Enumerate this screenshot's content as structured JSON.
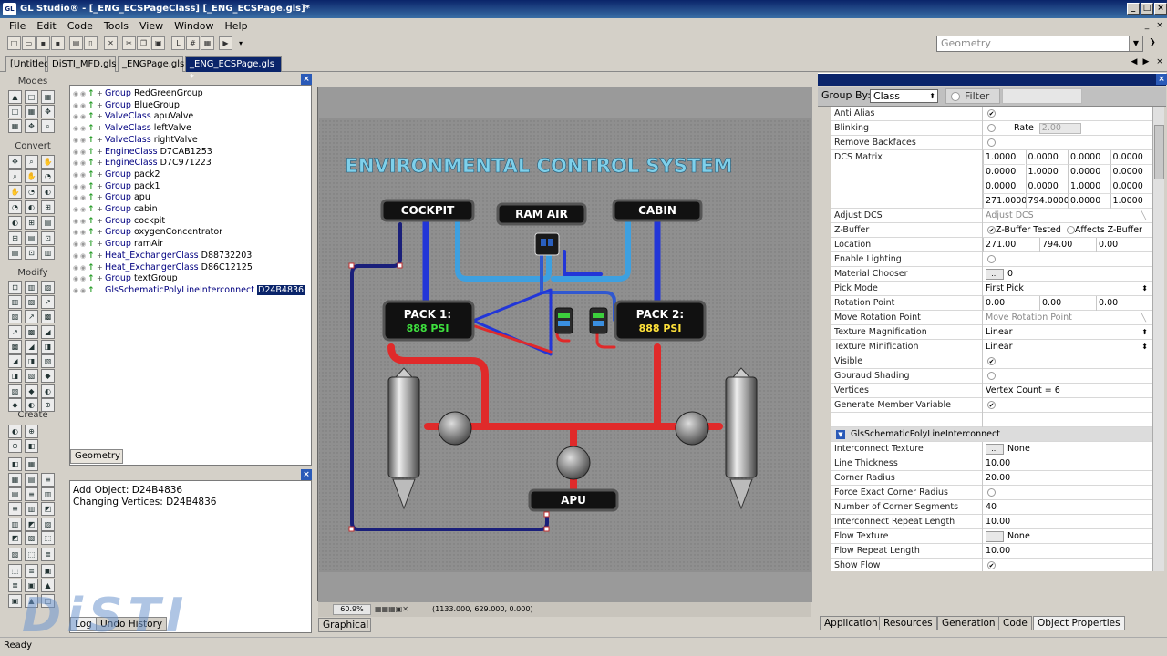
{
  "window": {
    "title": "GL Studio® - [_ENG_ECSPageClass] [_ENG_ECSPage.gls]*"
  },
  "menu": [
    "File",
    "Edit",
    "Code",
    "Tools",
    "View",
    "Window",
    "Help"
  ],
  "geometry_combo": "Geometry",
  "doc_tabs": [
    "[Untitled]",
    "DiSTI_MFD.gls",
    "_ENGPage.gls",
    "_ENG_ECSPage.gls *"
  ],
  "modes_panel": {
    "sections": [
      "Modes",
      "Convert",
      "Modify",
      "Create"
    ]
  },
  "tree": {
    "items": [
      {
        "kind": "Group",
        "name": "RedGreenGroup"
      },
      {
        "kind": "Group",
        "name": "BlueGroup"
      },
      {
        "kind": "ValveClass",
        "name": "apuValve"
      },
      {
        "kind": "ValveClass",
        "name": "leftValve"
      },
      {
        "kind": "ValveClass",
        "name": "rightValve"
      },
      {
        "kind": "EngineClass",
        "name": "D7CAB1253"
      },
      {
        "kind": "EngineClass",
        "name": "D7C971223"
      },
      {
        "kind": "Group",
        "name": "pack2"
      },
      {
        "kind": "Group",
        "name": "pack1"
      },
      {
        "kind": "Group",
        "name": "apu"
      },
      {
        "kind": "Group",
        "name": "cabin"
      },
      {
        "kind": "Group",
        "name": "cockpit"
      },
      {
        "kind": "Group",
        "name": "oxygenConcentrator"
      },
      {
        "kind": "Group",
        "name": "ramAir"
      },
      {
        "kind": "Heat_ExchangerClass",
        "name": "D88732203"
      },
      {
        "kind": "Heat_ExchangerClass",
        "name": "D86C12125"
      },
      {
        "kind": "Group",
        "name": "textGroup"
      },
      {
        "kind": "GlsSchematicPolyLineInterconnect",
        "name": "D24B4836"
      }
    ],
    "bottom_tab": "Geometry"
  },
  "log": {
    "lines": [
      "Add Object: D24B4836",
      "Changing Vertices: D24B4836"
    ],
    "tabs": [
      "Log",
      "Undo History"
    ]
  },
  "canvas": {
    "title": "ENVIRONMENTAL CONTROL SYSTEM",
    "labels": {
      "cockpit": "COCKPIT",
      "ram_air": "RAM AIR",
      "cabin": "CABIN",
      "pack1": "PACK 1:",
      "pack1_psi": "888 PSI",
      "pack2": "PACK 2:",
      "pack2_psi": "888 PSI",
      "apu": "APU"
    },
    "colors": {
      "background": "#8a8a8a",
      "title": "#7fd0ea",
      "hot_line": "#e02a2a",
      "cold_line": "#2236d8",
      "ram_line": "#3da0e0",
      "pack1_value": "#3ee03e",
      "pack2_value": "#ffe23a"
    },
    "tab": "Graphical",
    "status": {
      "zoom": "60.9%",
      "coords": "(1133.000, 629.000, 0.000)"
    }
  },
  "properties": {
    "group_by_label": "Group By:",
    "group_by_value": "Class",
    "filter_label": "Filter",
    "rows": [
      {
        "name": "Anti Alias",
        "type": "check",
        "checked": true
      },
      {
        "name": "Blinking",
        "type": "blink",
        "rate_label": "Rate",
        "rate": "2.00"
      },
      {
        "name": "Remove Backfaces",
        "type": "check",
        "checked": false
      },
      {
        "name": "DCS Matrix",
        "type": "matrix",
        "values": [
          [
            "1.0000",
            "0.0000",
            "0.0000",
            "0.0000"
          ],
          [
            "0.0000",
            "1.0000",
            "0.0000",
            "0.0000"
          ],
          [
            "0.0000",
            "0.0000",
            "1.0000",
            "0.0000"
          ],
          [
            "271.0000",
            "794.0000",
            "0.0000",
            "1.0000"
          ]
        ]
      },
      {
        "name": "Adjust DCS",
        "type": "grey",
        "value": "Adjust DCS"
      },
      {
        "name": "Z-Buffer",
        "type": "zbuf",
        "a": "Z-Buffer Tested",
        "b": "Affects Z-Buffer"
      },
      {
        "name": "Location",
        "type": "triple",
        "values": [
          "271.00",
          "794.00",
          "0.00"
        ]
      },
      {
        "name": "Enable Lighting",
        "type": "check",
        "checked": false
      },
      {
        "name": "Material Chooser",
        "type": "dots",
        "value": "0"
      },
      {
        "name": "Pick Mode",
        "type": "combo",
        "value": "First Pick"
      },
      {
        "name": "Rotation Point",
        "type": "triple",
        "values": [
          "0.00",
          "0.00",
          "0.00"
        ]
      },
      {
        "name": "Move Rotation Point",
        "type": "grey",
        "value": "Move Rotation Point"
      },
      {
        "name": "Texture Magnification",
        "type": "combo",
        "value": "Linear"
      },
      {
        "name": "Texture Minification",
        "type": "combo",
        "value": "Linear"
      },
      {
        "name": "Visible",
        "type": "check",
        "checked": true
      },
      {
        "name": "Gouraud Shading",
        "type": "check",
        "checked": false
      },
      {
        "name": "Vertices",
        "type": "text",
        "value": "Vertex Count = 6",
        "expander": "+"
      },
      {
        "name": "Generate Member Variable",
        "type": "check",
        "checked": true
      },
      {
        "name": "",
        "type": "blank"
      },
      {
        "name": "GlsSchematicPolyLineInterconnect",
        "type": "section"
      },
      {
        "name": "Interconnect Texture",
        "type": "dots",
        "value": "None"
      },
      {
        "name": "Line Thickness",
        "type": "text",
        "value": "10.00"
      },
      {
        "name": "Corner Radius",
        "type": "text",
        "value": "20.00"
      },
      {
        "name": "Force Exact Corner Radius",
        "type": "check",
        "checked": false
      },
      {
        "name": "Number of Corner Segments",
        "type": "text",
        "value": "40"
      },
      {
        "name": "Interconnect Repeat Length",
        "type": "text",
        "value": "10.00"
      },
      {
        "name": "Flow Texture",
        "type": "dots",
        "value": "None"
      },
      {
        "name": "Flow Repeat Length",
        "type": "text",
        "value": "10.00"
      },
      {
        "name": "Show Flow",
        "type": "check",
        "checked": true
      }
    ],
    "bottom_tabs": [
      "Application",
      "Resources",
      "Generation",
      "Code",
      "Object Properties"
    ]
  },
  "status_bar": "Ready",
  "logo_text": "DiSTI"
}
